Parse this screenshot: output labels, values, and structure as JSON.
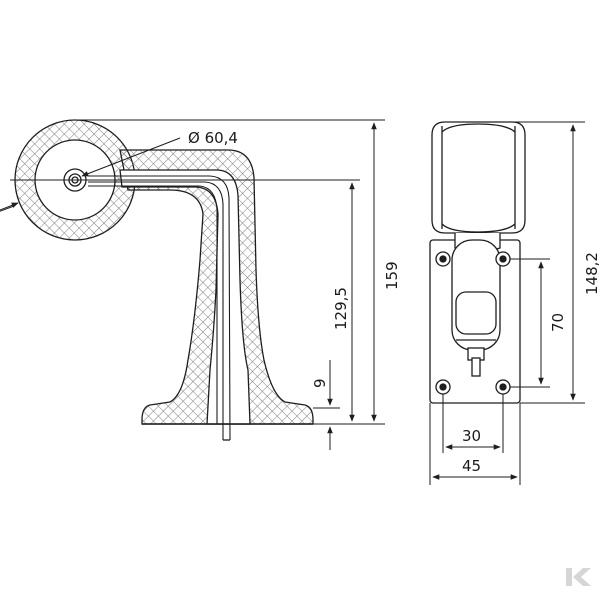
{
  "colors": {
    "line": "#1e1e1e",
    "hatch": "#8a8a8a",
    "fill_light": "#f7f7f7",
    "logo": "#d9d9d9"
  },
  "labels": {
    "diameter": "Ø 60,4",
    "dim_129": "129,5",
    "dim_159": "159",
    "dim_9": "9",
    "dim_148": "148,2",
    "dim_70": "70",
    "dim_30": "30",
    "dim_45": "45"
  },
  "logo": {
    "icon": "k-logo-icon"
  }
}
